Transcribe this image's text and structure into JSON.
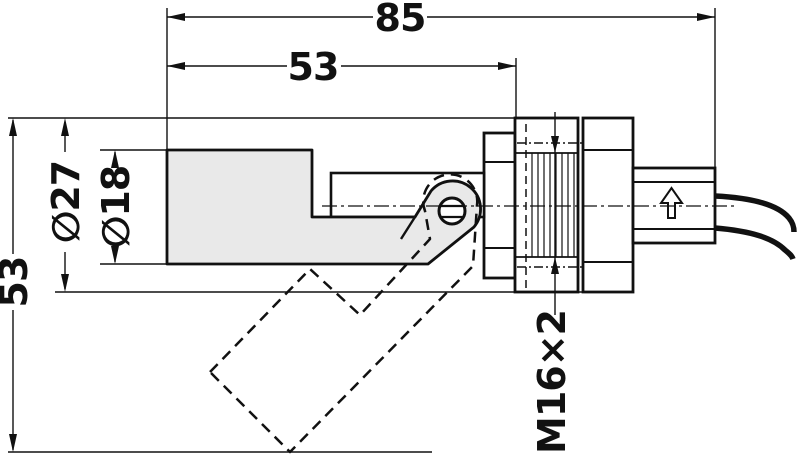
{
  "meta": {
    "drawing_type": "technical dimension drawing, float level switch side view",
    "background_color": "#ffffff",
    "line_color": "#111111",
    "float_fill_color": "#e9e9e9"
  },
  "labels": {
    "overall_length": "85",
    "float_length": "53",
    "body_diameter": "∅27",
    "float_diameter": "∅18",
    "swing_height": "53",
    "thread_spec": "M16×2"
  }
}
